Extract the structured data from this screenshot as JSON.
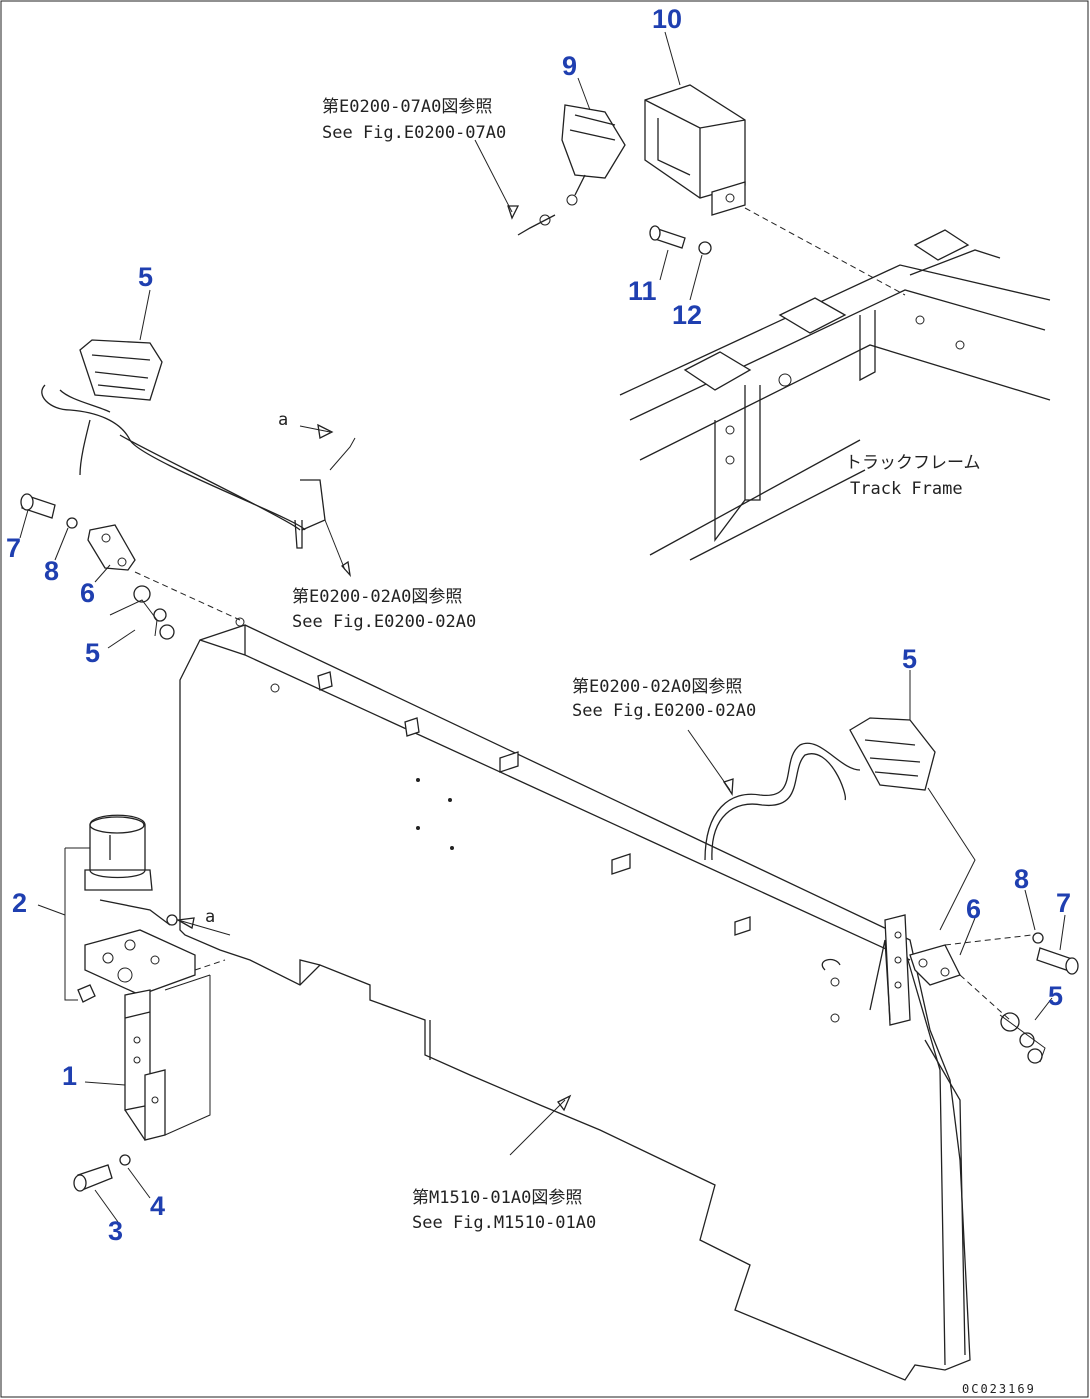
{
  "callouts": {
    "n1": "1",
    "n2": "2",
    "n3": "3",
    "n4": "4",
    "n5a": "5",
    "n5b": "5",
    "n5c": "5",
    "n5d": "5",
    "n6a": "6",
    "n6b": "6",
    "n7a": "7",
    "n7b": "7",
    "n8a": "8",
    "n8b": "8",
    "n9": "9",
    "n10": "10",
    "n11": "11",
    "n12": "12"
  },
  "notes": {
    "ref_top_jp": "第E0200-07A0図参照",
    "ref_top_en": "See Fig.E0200-07A0",
    "ref_left_jp": "第E0200-02A0図参照",
    "ref_left_en": "See Fig.E0200-02A0",
    "ref_right_jp": "第E0200-02A0図参照",
    "ref_right_en": "See Fig.E0200-02A0",
    "ref_bottom_jp": "第M1510-01A0図参照",
    "ref_bottom_en": "See Fig.M1510-01A0",
    "frame_jp": "トラックフレーム",
    "frame_en": "Track Frame",
    "arrow_a1": "a",
    "arrow_a2": "a"
  },
  "figure_code": "0C023169",
  "colors": {
    "callout": "#1f3fb0",
    "line": "#222222"
  }
}
